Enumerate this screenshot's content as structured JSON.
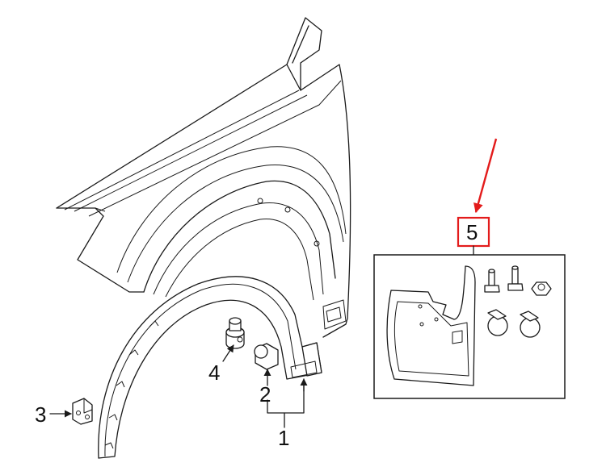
{
  "callouts": {
    "c1": "1",
    "c2": "2",
    "c3": "3",
    "c4": "4",
    "c5": "5"
  },
  "colors": {
    "highlight": "#e31b1b",
    "lineart": "#1a1a1a"
  }
}
